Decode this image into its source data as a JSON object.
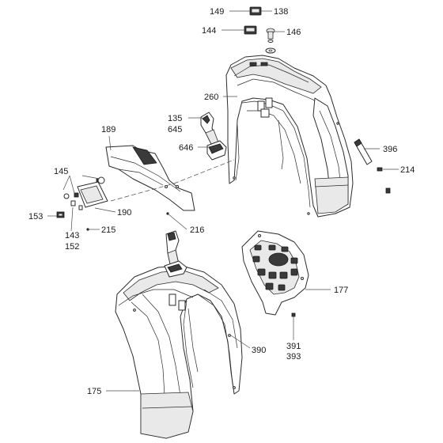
{
  "callouts": {
    "p149": "149",
    "p138": "138",
    "p144": "144",
    "p146": "146",
    "p260": "260",
    "p135": "135",
    "p645": "645",
    "p646": "646",
    "p189": "189",
    "p396": "396",
    "p214": "214",
    "p145": "145",
    "p153": "153",
    "p190": "190",
    "p143": "143",
    "p152": "152",
    "p215": "215",
    "p216": "216",
    "p177": "177",
    "p390": "390",
    "p391": "391",
    "p393": "393",
    "p175": "175"
  }
}
